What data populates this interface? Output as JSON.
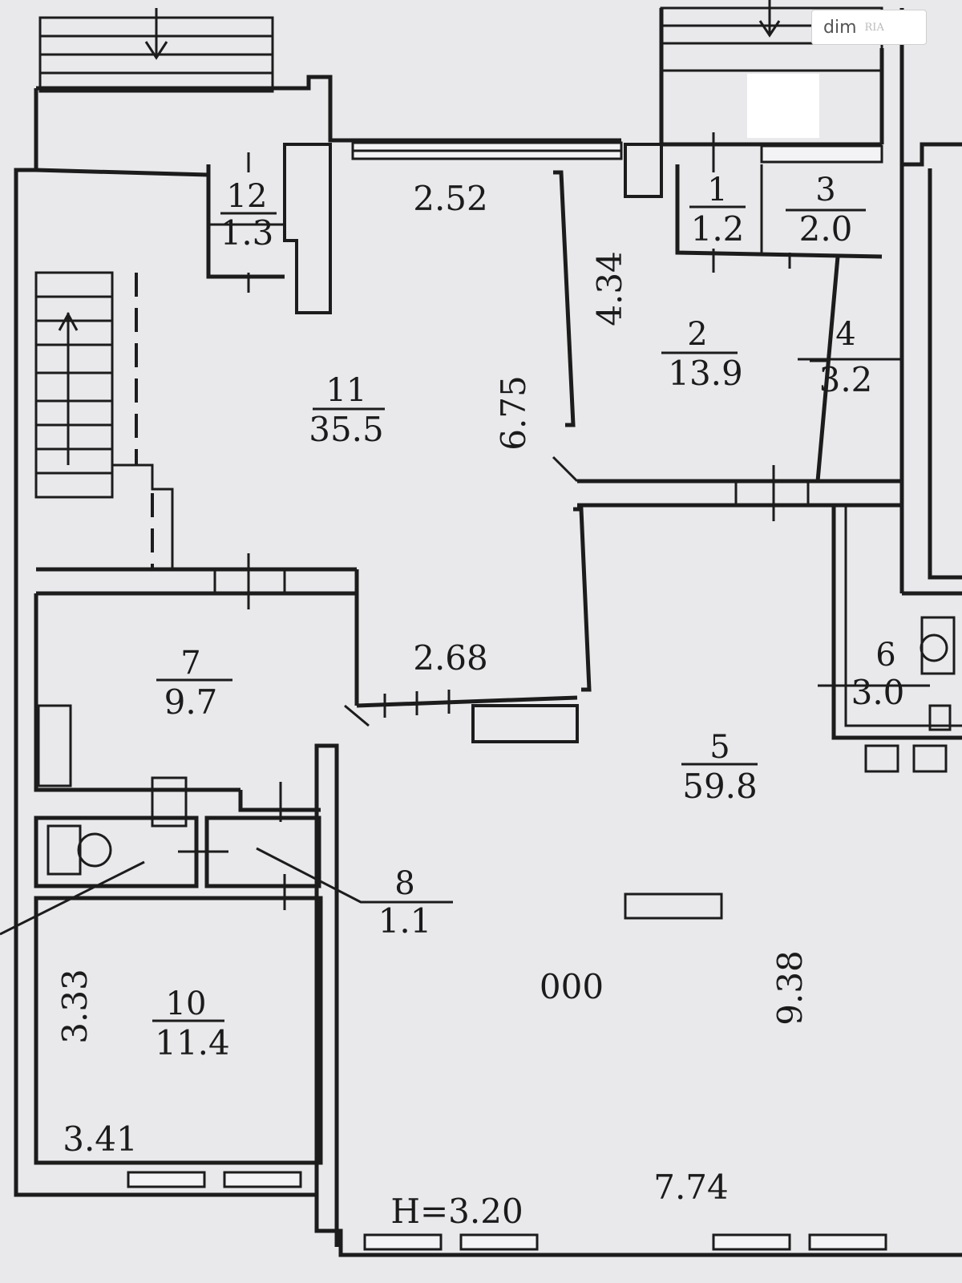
{
  "rooms": [
    {
      "id": "r1",
      "number": "1",
      "area": "1.2"
    },
    {
      "id": "r2",
      "number": "2",
      "area": "13.9"
    },
    {
      "id": "r3",
      "number": "3",
      "area": "2.0"
    },
    {
      "id": "r4",
      "number": "4",
      "area": "3.2"
    },
    {
      "id": "r5",
      "number": "5",
      "area": "59.8"
    },
    {
      "id": "r6",
      "number": "6",
      "area": "3.0"
    },
    {
      "id": "r7",
      "number": "7",
      "area": "9.7"
    },
    {
      "id": "r8",
      "number": "8",
      "area": "1.1"
    },
    {
      "id": "r10",
      "number": "10",
      "area": "11.4"
    },
    {
      "id": "r11",
      "number": "11",
      "area": "35.5"
    },
    {
      "id": "r12",
      "number": "12",
      "area": "1.3"
    }
  ],
  "dimensions": {
    "d_2_52": "2.52",
    "d_4_34": "4.34",
    "d_6_75": "6.75",
    "d_2_68": "2.68",
    "d_3_33": "3.33",
    "d_3_41": "3.41",
    "d_9_38": "9.38",
    "d_7_74": "7.74",
    "height": "H=3.20"
  },
  "marker_text": "000",
  "watermark": {
    "text": "dim",
    "sub": "RIA"
  }
}
